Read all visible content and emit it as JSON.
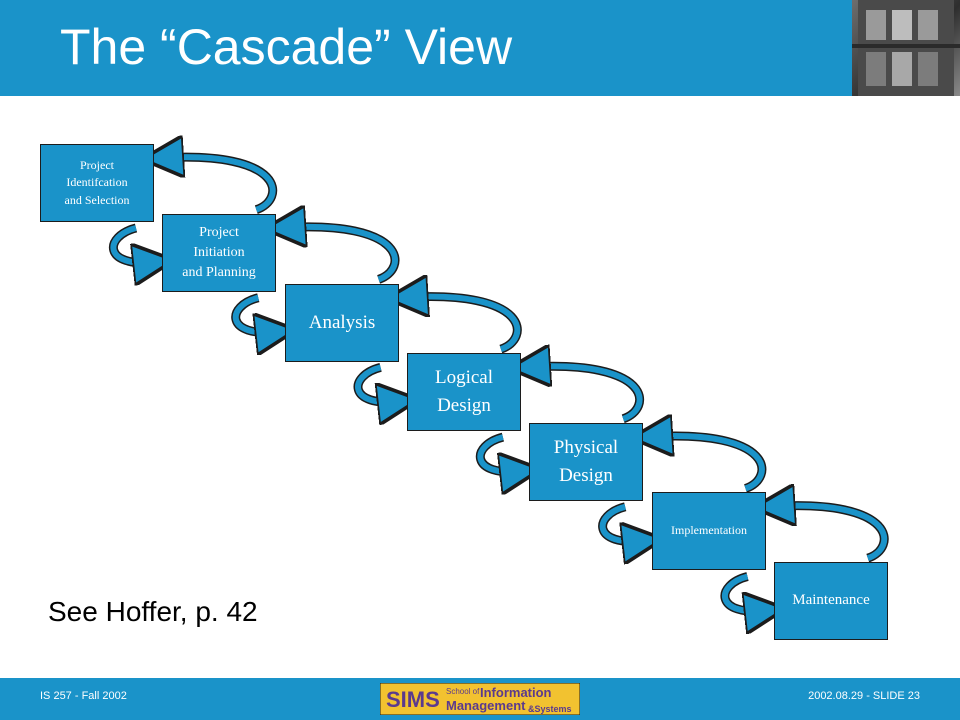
{
  "slide": {
    "title": "The “Cascade” View",
    "note": "See Hoffer, p. 42"
  },
  "stages": [
    {
      "label": "Project\nIdentifcation\nand Selection"
    },
    {
      "label": "Project\nInitiation\nand Planning"
    },
    {
      "label": "Analysis"
    },
    {
      "label": "Logical\nDesign"
    },
    {
      "label": "Physical\nDesign"
    },
    {
      "label": "Implementation"
    },
    {
      "label": "Maintenance"
    }
  ],
  "footer": {
    "course": "IS 257 - Fall 2002",
    "slide_info": "2002.08.29 - SLIDE 23",
    "logo_sims": "SIMS",
    "logo_school_of": "School of",
    "logo_information": "Information",
    "logo_management": "Management",
    "logo_systems": "&Systems"
  },
  "colors": {
    "accent": "#1a93c9",
    "logo_yellow": "#f2c230",
    "logo_purple": "#5b3a8e"
  }
}
